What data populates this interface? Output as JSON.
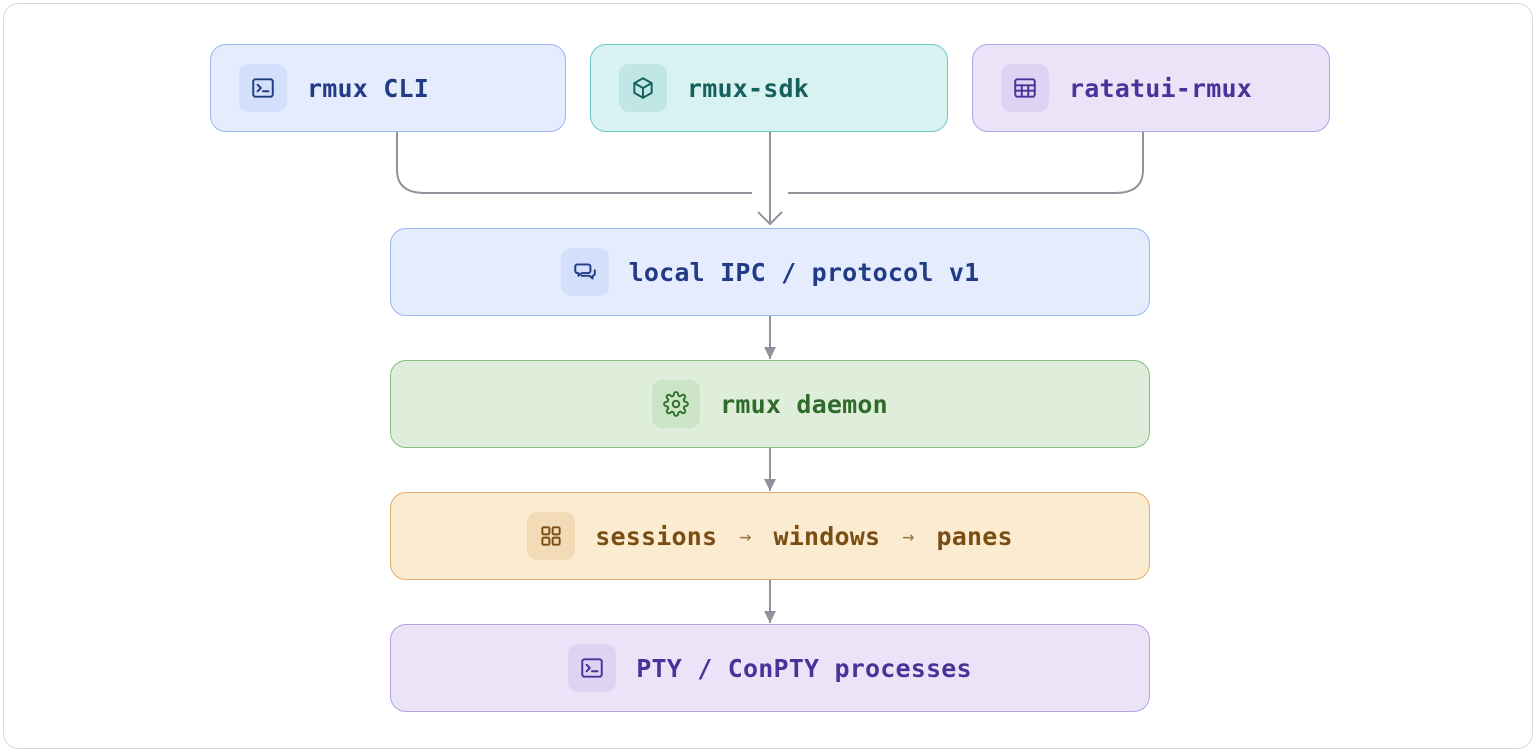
{
  "clients": [
    {
      "label": "rmux CLI",
      "icon": "terminal-icon"
    },
    {
      "label": "rmux-sdk",
      "icon": "package-icon"
    },
    {
      "label": "ratatui-rmux",
      "icon": "table-icon"
    }
  ],
  "ipc": {
    "label": "local IPC / protocol v1",
    "icon": "chat-bubbles-icon"
  },
  "daemon": {
    "label": "rmux daemon",
    "icon": "gear-icon"
  },
  "hierarchy": {
    "icon": "grid-icon",
    "items": [
      "sessions",
      "windows",
      "panes"
    ],
    "separator": "→"
  },
  "pty": {
    "label": "PTY / ConPTY processes",
    "icon": "terminal-icon"
  },
  "colors": {
    "blue": "#e4ecfd",
    "teal": "#d8f1f1",
    "purple": "#ebe4f8",
    "green": "#dfeedb",
    "orange": "#fbebd0",
    "connector": "#8f949c"
  }
}
